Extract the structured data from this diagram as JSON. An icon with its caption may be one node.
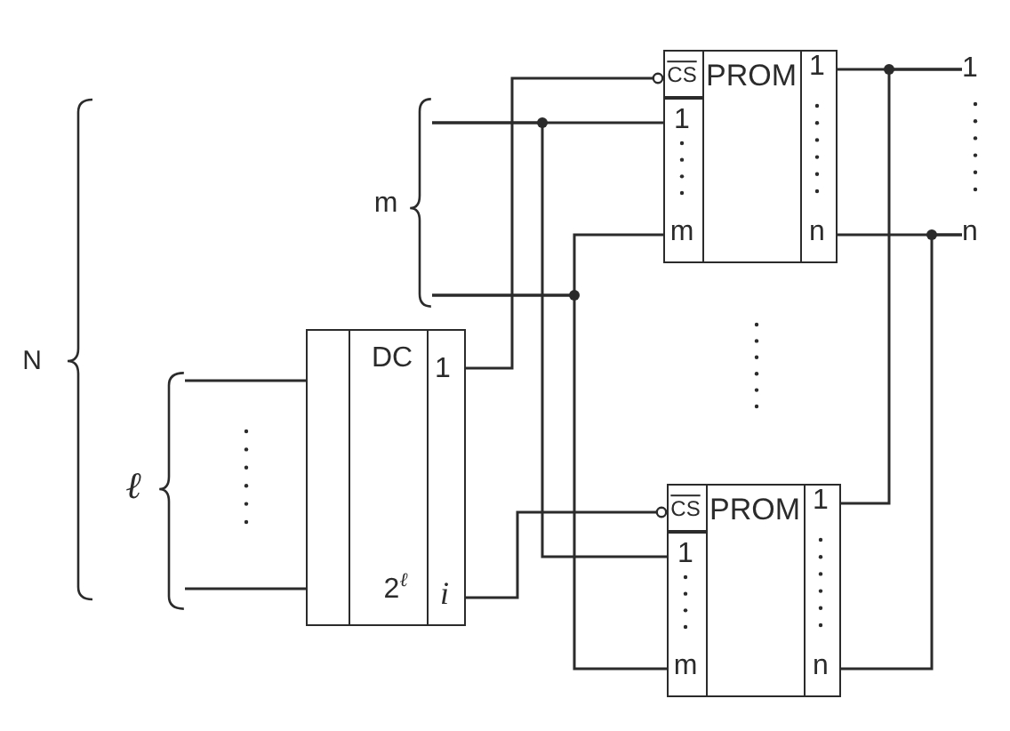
{
  "diagram": {
    "nodes": [
      {
        "text": [
          "m"
        ]
      },
      {
        "text": [
          "PROM"
        ]
      },
      {
        "text": [
          "CS"
        ],
        "in": 1
      },
      {
        "text": [
          "1",
          "m"
        ],
        "in": 1
      },
      {
        "text": [
          "1",
          "n"
        ],
        "in": 1
      },
      {
        "text": [
          "1"
        ]
      },
      {
        "text": [
          "n"
        ]
      },
      {
        "text": [
          "ℓ"
        ]
      },
      {
        "text": [
          "DC",
          "2$^{ℓ}$"
        ]
      },
      {
        "text": [
          "1",
          "i"
        ],
        "in": 8
      },
      {
        "text": [
          "PROM"
        ]
      },
      {
        "text": [
          "CS"
        ],
        "in": 10
      },
      {
        "text": [
          "1",
          "m"
        ],
        "in": 10
      },
      {
        "text": [
          "1",
          "n"
        ],
        "in": 10
      }
    ],
    "edges": [
      {
        "from": 9,
        "to": 2,
        "arrow": "other"
      },
      {
        "from": 9,
        "to": 11,
        "arrow": "other"
      },
      {
        "from": 0,
        "to": 3,
        "arrow": "none"
      },
      {
        "from": 0,
        "to": 12,
        "arrow": "none"
      },
      {
        "from": 0,
        "to": 3,
        "arrow": "none"
      },
      {
        "from": 0,
        "to": 12,
        "arrow": "none"
      },
      {
        "from": 4,
        "to": 5,
        "arrow": "none"
      },
      {
        "from": 13,
        "to": 5,
        "arrow": "none"
      },
      {
        "from": 4,
        "to": 6,
        "arrow": "none"
      },
      {
        "from": 13,
        "to": 6,
        "arrow": "none"
      },
      {
        "from": 7,
        "to": 8,
        "arrow": "none"
      },
      {
        "from": 7,
        "to": 8,
        "arrow": "none"
      }
    ],
    "labels": [
      "N"
    ]
  }
}
